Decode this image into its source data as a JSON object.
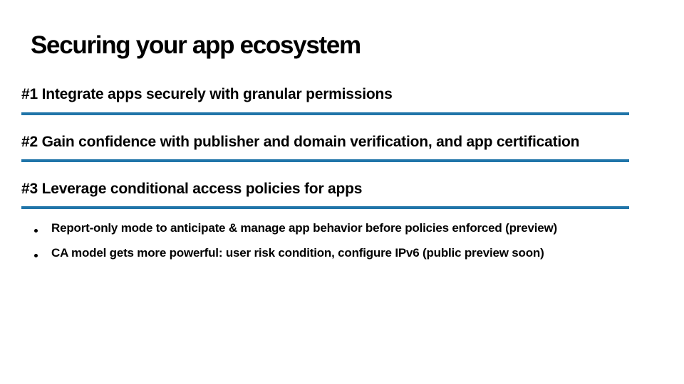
{
  "slide": {
    "title": "Securing your app ecosystem",
    "accent_color": "#2075A9",
    "text_color": "#000000",
    "background_color": "#FFFFFF",
    "sections": [
      {
        "label": "#1 Integrate apps securely with granular permissions"
      },
      {
        "label": "#2 Gain confidence with publisher and domain verification, and app certification"
      },
      {
        "label": "#3 Leverage conditional access policies for apps"
      }
    ],
    "bullets": [
      "Report-only mode to anticipate & manage app behavior before policies enforced (preview)",
      "CA model gets more powerful: user risk condition, configure IPv6 (public preview soon)"
    ]
  }
}
